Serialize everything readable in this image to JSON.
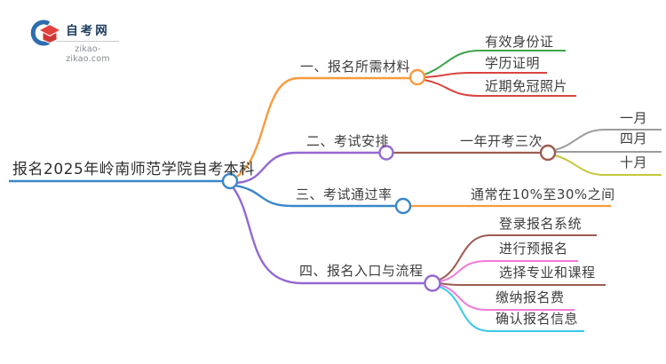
{
  "logo": {
    "title": "自考网",
    "domain": "zikao-zikao.com",
    "icon": "graduation-cap-icon",
    "icon_colors": {
      "crescent_blue": "#2e6cb0",
      "cap_red": "#e2403d",
      "cap_red_dark": "#cf3734",
      "title_navy": "#1c3b5e"
    }
  },
  "colors": {
    "blue": "#3a87c9",
    "orange": "#f79b3f",
    "green": "#3da54a",
    "red": "#d94540",
    "purple": "#9468d2",
    "brown": "#9e5c51",
    "gray": "#9c9c9c",
    "olive": "#c5c73d",
    "pink": "#f279d7",
    "cyan": "#38c9ea",
    "text": "#3d3d3d"
  },
  "mindmap": {
    "root": {
      "label": "报名2025年岭南师范学院自考本科",
      "color": "#3a87c9"
    },
    "branches": [
      {
        "label": "一、报名所需材料",
        "color": "#f79b3f",
        "children": [
          {
            "label": "有效身份证",
            "color": "#3da54a"
          },
          {
            "label": "学历证明",
            "color": "#d94540"
          },
          {
            "label": "近期免冠照片",
            "color": "#d94540"
          }
        ]
      },
      {
        "label": "二、考试安排",
        "color": "#9468d2",
        "children": [
          {
            "label": "一年开考三次",
            "color": "#9e5c51",
            "children": [
              {
                "label": "一月",
                "color": "#9c9c9c"
              },
              {
                "label": "四月",
                "color": "#9c9c9c"
              },
              {
                "label": "十月",
                "color": "#c5c73d"
              }
            ]
          }
        ]
      },
      {
        "label": "三、考试通过率",
        "color": "#3a87c9",
        "children": [
          {
            "label": "通常在10%至30%之间",
            "color": "#f79b3f"
          }
        ]
      },
      {
        "label": "四、报名入口与流程",
        "color": "#9468d2",
        "children": [
          {
            "label": "登录报名系统",
            "color": "#9e5c51"
          },
          {
            "label": "进行预报名",
            "color": "#f279d7"
          },
          {
            "label": "选择专业和课程",
            "color": "#9e5c51"
          },
          {
            "label": "缴纳报名费",
            "color": "#f279d7"
          },
          {
            "label": "确认报名信息",
            "color": "#38c9ea"
          }
        ]
      }
    ]
  }
}
